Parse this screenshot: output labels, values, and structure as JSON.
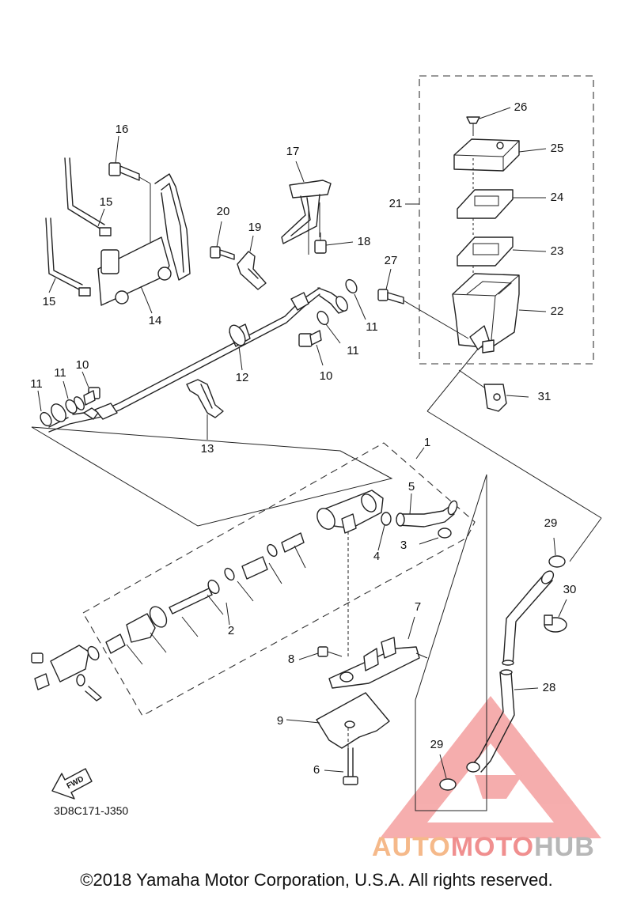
{
  "diagram_code": "3D8C171-J350",
  "copyright": "©2018 Yamaha Motor Corporation, U.S.A. All rights reserved.",
  "fwd_label": "FWD",
  "watermark": {
    "auto": "AUTO",
    "moto": "MOTO",
    "hub": "HUB"
  },
  "callouts": {
    "c1": "1",
    "c2": "2",
    "c3": "3",
    "c4": "4",
    "c5": "5",
    "c6": "6",
    "c7": "7",
    "c8": "8",
    "c9": "9",
    "c10a": "10",
    "c10b": "10",
    "c11a": "11",
    "c11b": "11",
    "c11c": "11",
    "c11d": "11",
    "c12": "12",
    "c13": "13",
    "c14": "14",
    "c15a": "15",
    "c15b": "15",
    "c16": "16",
    "c17": "17",
    "c18": "18",
    "c19": "19",
    "c20": "20",
    "c21": "21",
    "c22": "22",
    "c23": "23",
    "c24": "24",
    "c25": "25",
    "c26": "26",
    "c27": "27",
    "c28": "28",
    "c29a": "29",
    "c29b": "29",
    "c30": "30",
    "c31": "31"
  },
  "colors": {
    "line": "#222222",
    "watermark_red": "#ee6b6b",
    "watermark_orange": "#f5b98a",
    "watermark_gray": "#b7b7b7"
  }
}
